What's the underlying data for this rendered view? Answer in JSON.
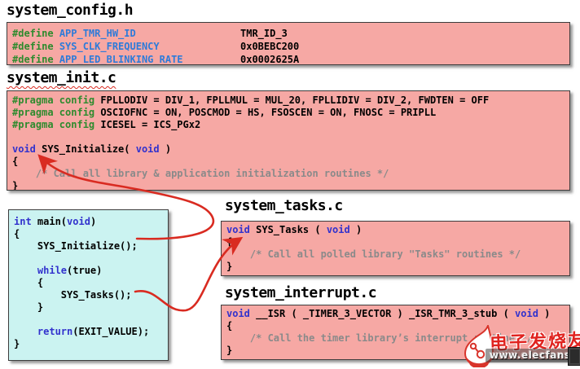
{
  "colors": {
    "box_pink": "#f6a8a4",
    "box_cyan": "#cbf3f1",
    "arrow_red": "#d92b21",
    "keyword_blue": "#3232cd",
    "macro_blue": "#2e7bd9",
    "directive_green": "#2e8b2e",
    "comment_gray": "#8a8a8a",
    "watermark_red": "#e0231f"
  },
  "files": {
    "config": {
      "title": "system_config.h",
      "lines": [
        [
          [
            "d",
            "#define"
          ],
          [
            "t",
            " "
          ],
          [
            "m",
            "APP_TMR_HW_ID"
          ],
          [
            "val",
            "TMR_ID_3"
          ]
        ],
        [
          [
            "d",
            "#define"
          ],
          [
            "t",
            " "
          ],
          [
            "m",
            "SYS_CLK_FREQUENCY"
          ],
          [
            "val",
            "0x0BEBC200"
          ]
        ],
        [
          [
            "d",
            "#define"
          ],
          [
            "t",
            " "
          ],
          [
            "m",
            "APP_LED_BLINKING_RATE"
          ],
          [
            "val",
            "0x0002625A"
          ]
        ]
      ]
    },
    "init": {
      "title": "system_init.c",
      "lines": [
        [
          [
            "d",
            "#pragma config"
          ],
          [
            "t",
            " FPLLODIV = DIV_1, FPLLMUL = MUL_20, FPLLIDIV = DIV_2, FWDTEN = OFF"
          ]
        ],
        [
          [
            "d",
            "#pragma config"
          ],
          [
            "t",
            " OSCIOFNC = ON, POSCMOD = HS, FSOSCEN = ON, FNOSC = PRIPLL"
          ]
        ],
        [
          [
            "d",
            "#pragma config"
          ],
          [
            "t",
            " ICESEL = ICS_PGx2"
          ]
        ],
        [],
        [
          [
            "k",
            "void"
          ],
          [
            "t",
            " SYS_Initialize( "
          ],
          [
            "k",
            "void"
          ],
          [
            "t",
            " )"
          ]
        ],
        [
          [
            "t",
            "{"
          ]
        ],
        [
          [
            "c",
            "    /* Call all library & application initialization routines */"
          ]
        ],
        [
          [
            "t",
            "}"
          ]
        ]
      ]
    },
    "main": {
      "lines": [
        [
          [
            "k",
            "int"
          ],
          [
            "t",
            " main("
          ],
          [
            "k",
            "void"
          ],
          [
            "t",
            ")"
          ]
        ],
        [
          [
            "t",
            "{"
          ]
        ],
        [
          [
            "t",
            "    SYS_Initialize();"
          ]
        ],
        [],
        [
          [
            "t",
            "    "
          ],
          [
            "k",
            "while"
          ],
          [
            "t",
            "(true)"
          ]
        ],
        [
          [
            "t",
            "    {"
          ]
        ],
        [
          [
            "t",
            "        SYS_Tasks();"
          ]
        ],
        [
          [
            "t",
            "    }"
          ]
        ],
        [],
        [
          [
            "t",
            "    "
          ],
          [
            "k",
            "return"
          ],
          [
            "t",
            "(EXIT_VALUE);"
          ]
        ],
        [
          [
            "t",
            "}"
          ]
        ]
      ]
    },
    "tasks": {
      "title": "system_tasks.c",
      "lines": [
        [
          [
            "k",
            "void"
          ],
          [
            "t",
            " SYS_Tasks ( "
          ],
          [
            "k",
            "void"
          ],
          [
            "t",
            " )"
          ]
        ],
        [
          [
            "t",
            "{"
          ]
        ],
        [
          [
            "c",
            "    /* Call all polled library \"Tasks\" routines */"
          ]
        ],
        [
          [
            "t",
            "}"
          ]
        ]
      ]
    },
    "interrupt": {
      "title": "system_interrupt.c",
      "lines": [
        [
          [
            "k",
            "void"
          ],
          [
            "t",
            " __ISR ( _TIMER_3_VECTOR ) _ISR_TMR_3_stub ( "
          ],
          [
            "k",
            "void"
          ],
          [
            "t",
            " )"
          ]
        ],
        [
          [
            "t",
            "{"
          ]
        ],
        [
          [
            "c",
            "    /* Call the timer library’s interrupt routine */"
          ]
        ],
        [
          [
            "t",
            "}"
          ]
        ]
      ]
    }
  },
  "watermark": {
    "brand": "电子发烧友",
    "url": "www.elecfans.com"
  }
}
